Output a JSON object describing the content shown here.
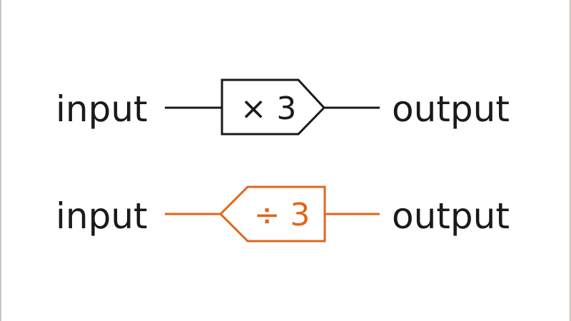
{
  "colors": {
    "forward": "#1a1a1a",
    "inverse": "#e0661c",
    "frame": "#c9c6bf"
  },
  "machines": [
    {
      "input_label": "input",
      "operation": "× 3",
      "output_label": "output",
      "direction": "right"
    },
    {
      "input_label": "input",
      "operation": "÷ 3",
      "output_label": "output",
      "direction": "left"
    }
  ]
}
